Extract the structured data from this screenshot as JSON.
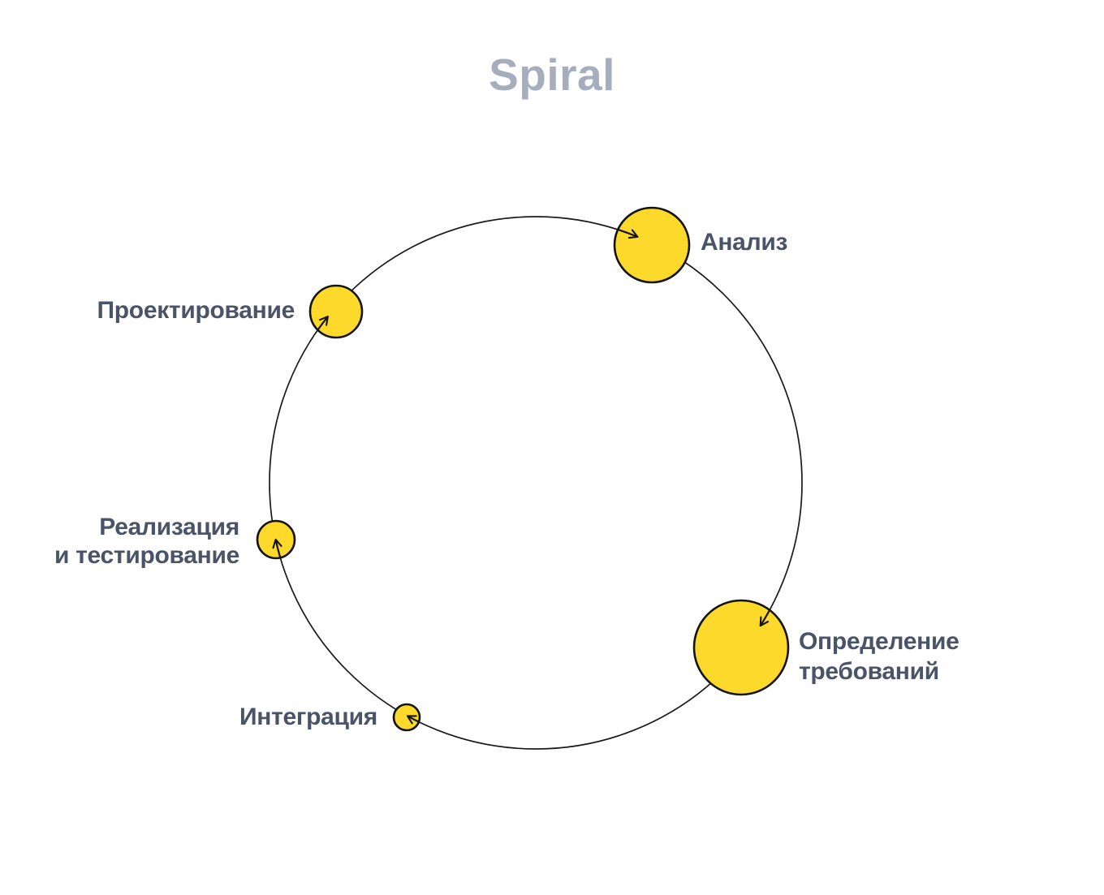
{
  "title": "Spiral",
  "colors": {
    "title_text": "#A6AEBD",
    "label_text": "#4A5468",
    "node_fill": "#FDD92C",
    "node_stroke": "#141414",
    "cycle_line": "#1A1A1A"
  },
  "diagram": {
    "type": "cycle",
    "direction": "clockwise",
    "stages": [
      {
        "key": "analysis",
        "label_lines": [
          "Анализ"
        ],
        "node_size": "large"
      },
      {
        "key": "requirements",
        "label_lines": [
          "Определение",
          "требований"
        ],
        "node_size": "largest"
      },
      {
        "key": "integration",
        "label_lines": [
          "Интеграция"
        ],
        "node_size": "smallest"
      },
      {
        "key": "implementation",
        "label_lines": [
          "Реализация",
          "и тестирование"
        ],
        "node_size": "small"
      },
      {
        "key": "design",
        "label_lines": [
          "Проектирование"
        ],
        "node_size": "medium"
      }
    ]
  }
}
